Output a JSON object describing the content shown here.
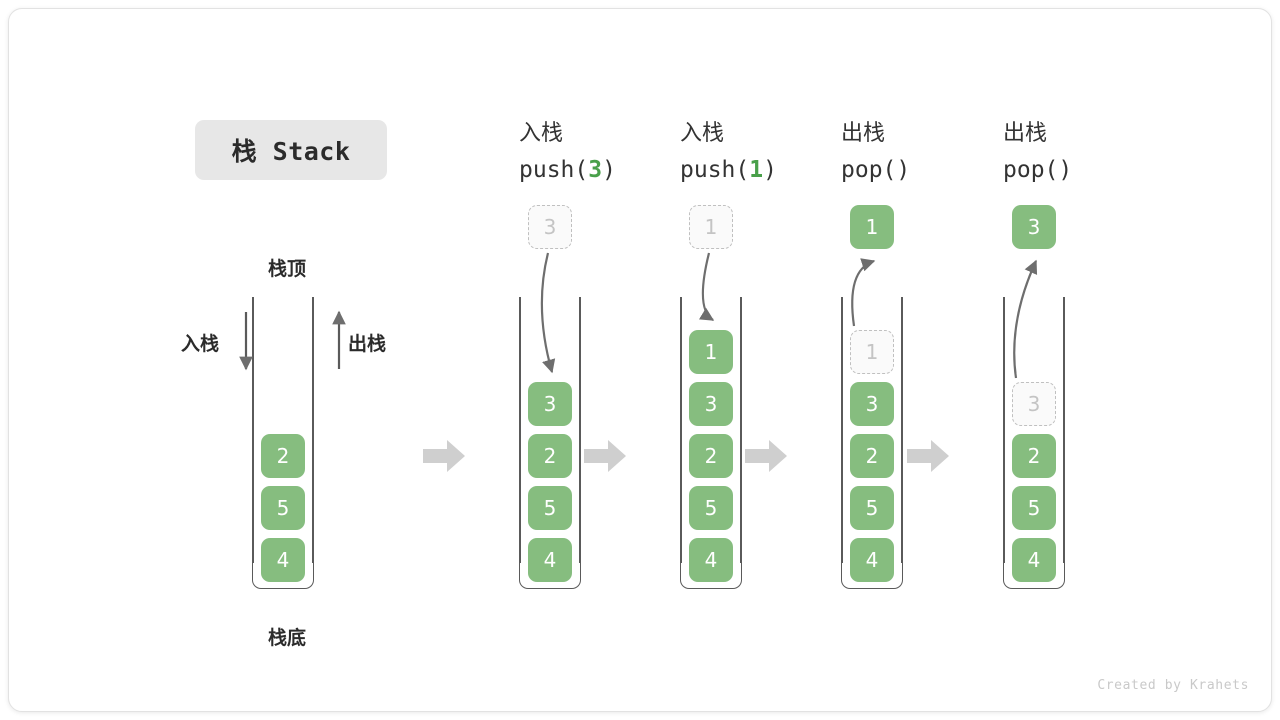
{
  "title": {
    "text": "栈 Stack"
  },
  "legend": {
    "top_label": "栈顶",
    "bottom_label": "栈底",
    "push_label": "入栈",
    "pop_label": "出栈"
  },
  "watermark": "Created by Krahets",
  "colors": {
    "cell_fill": "#86bd7f",
    "cell_text": "#ffffff",
    "ghost_border": "#c0c0c0",
    "ghost_text": "#c4c4c4",
    "arrow": "#6e6e6e",
    "block_arrow": "#cfcfcf",
    "badge_bg": "#e7e7e7",
    "accent_green": "#49a04a"
  },
  "initial_stack": {
    "cells": [
      "2",
      "5",
      "4"
    ]
  },
  "steps": [
    {
      "op": "push",
      "cn": "入栈",
      "code_prefix": "push(",
      "arg": "3",
      "code_suffix": ")",
      "floating": {
        "value": "3",
        "style": "ghost"
      },
      "arrow_direction": "down",
      "cells": [
        "3",
        "2",
        "5",
        "4"
      ],
      "ghost_index": -1
    },
    {
      "op": "push",
      "cn": "入栈",
      "code_prefix": "push(",
      "arg": "1",
      "code_suffix": ")",
      "floating": {
        "value": "1",
        "style": "ghost"
      },
      "arrow_direction": "down",
      "cells": [
        "1",
        "3",
        "2",
        "5",
        "4"
      ],
      "ghost_index": -1
    },
    {
      "op": "pop",
      "cn": "出栈",
      "code_prefix": "pop(",
      "arg": "",
      "code_suffix": ")",
      "floating": {
        "value": "1",
        "style": "solid"
      },
      "arrow_direction": "up",
      "cells": [
        "1",
        "3",
        "2",
        "5",
        "4"
      ],
      "ghost_index": 0
    },
    {
      "op": "pop",
      "cn": "出栈",
      "code_prefix": "pop(",
      "arg": "",
      "code_suffix": ")",
      "floating": {
        "value": "3",
        "style": "solid"
      },
      "arrow_direction": "up",
      "cells": [
        "3",
        "2",
        "5",
        "4"
      ],
      "ghost_index": 0
    }
  ]
}
